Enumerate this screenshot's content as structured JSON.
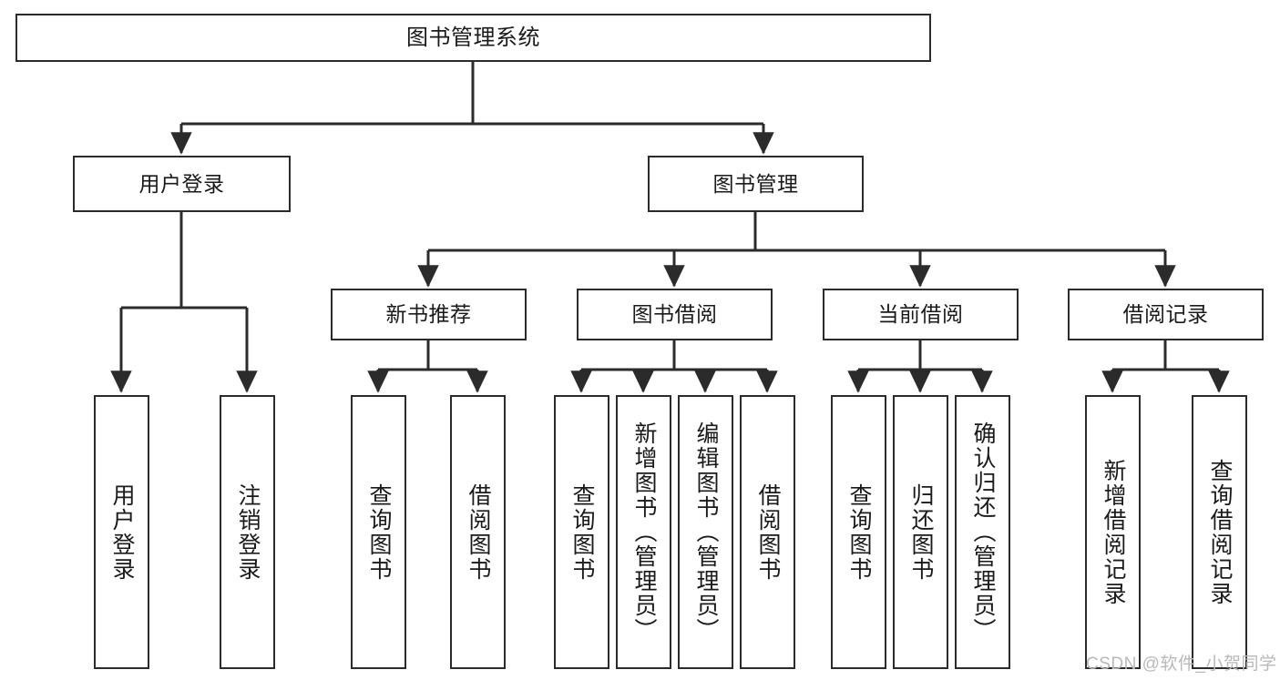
{
  "diagram": {
    "title": "图书管理系统",
    "type": "tree-hierarchy",
    "watermark": "CSDN @软件_小贺同学",
    "colors": {
      "background": "#ffffff",
      "node_border": "#2b2b2b",
      "node_fill": "#ffffff",
      "edge": "#2b2b2b",
      "text": "#1a1a1a",
      "watermark": "#b9b9b9"
    },
    "root": {
      "label": "图书管理系统"
    },
    "level2": [
      {
        "label": "用户登录"
      },
      {
        "label": "图书管理"
      }
    ],
    "level3": [
      {
        "label": "新书推荐"
      },
      {
        "label": "图书借阅"
      },
      {
        "label": "当前借阅"
      },
      {
        "label": "借阅记录"
      }
    ],
    "leaves": {
      "user_login": [
        {
          "label": "用户登录"
        },
        {
          "label": "注销登录"
        }
      ],
      "new_book_recommend": [
        {
          "label": "查询图书"
        },
        {
          "label": "借阅图书"
        }
      ],
      "book_borrow": [
        {
          "label": "查询图书"
        },
        {
          "label": "新增图书（管理员）"
        },
        {
          "label": "编辑图书（管理员）"
        },
        {
          "label": "借阅图书"
        }
      ],
      "current_borrow": [
        {
          "label": "查询图书"
        },
        {
          "label": "归还图书"
        },
        {
          "label": "确认归还（管理员）"
        }
      ],
      "borrow_record": [
        {
          "label": "新增借阅记录"
        },
        {
          "label": "查询借阅记录"
        }
      ]
    }
  }
}
